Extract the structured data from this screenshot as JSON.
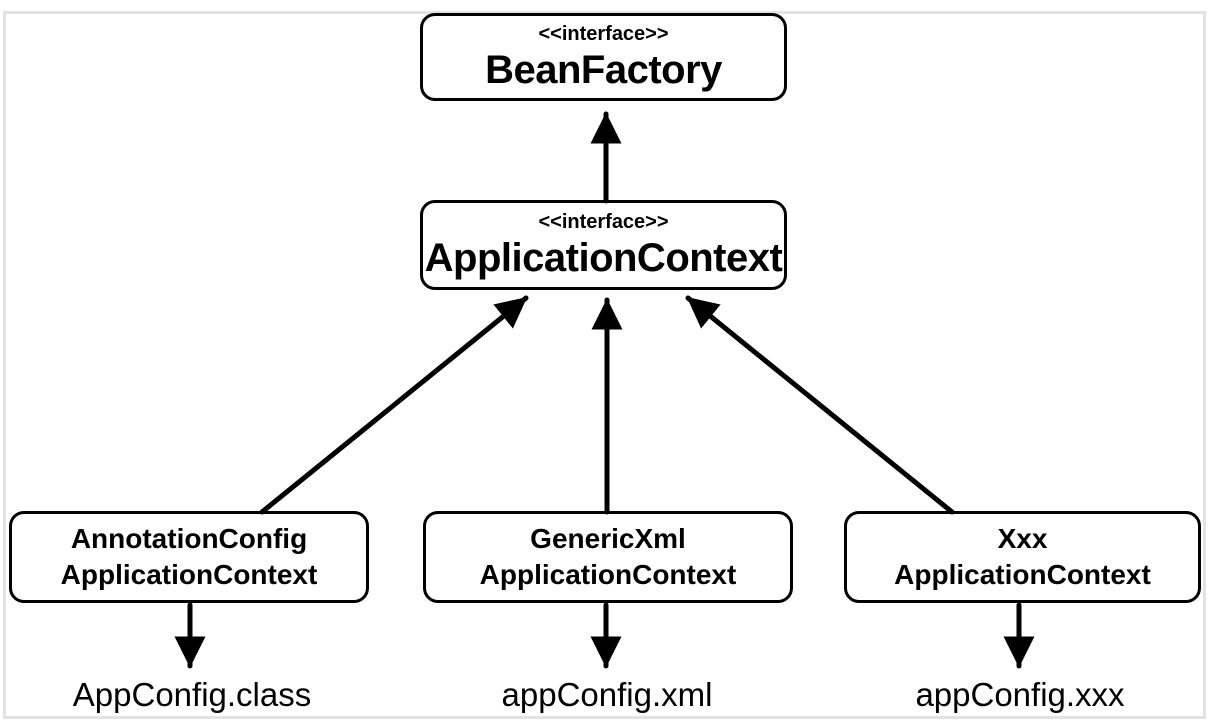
{
  "nodes": {
    "bean_factory": {
      "stereotype": "<<interface>>",
      "name": "BeanFactory"
    },
    "application_context": {
      "stereotype": "<<interface>>",
      "name": "ApplicationContext"
    },
    "annotation_config": {
      "line1": "AnnotationConfig",
      "line2": "ApplicationContext"
    },
    "generic_xml": {
      "line1": "GenericXml",
      "line2": "ApplicationContext"
    },
    "xxx": {
      "line1": "Xxx",
      "line2": "ApplicationContext"
    }
  },
  "labels": {
    "left": "AppConfig.class",
    "middle": "appConfig.xml",
    "right": "appConfig.xxx"
  },
  "edges": [
    {
      "from": "ApplicationContext",
      "to": "BeanFactory"
    },
    {
      "from": "AnnotationConfigApplicationContext",
      "to": "ApplicationContext"
    },
    {
      "from": "GenericXmlApplicationContext",
      "to": "ApplicationContext"
    },
    {
      "from": "XxxApplicationContext",
      "to": "ApplicationContext"
    },
    {
      "from": "AnnotationConfigApplicationContext",
      "to": "AppConfig.class"
    },
    {
      "from": "GenericXmlApplicationContext",
      "to": "appConfig.xml"
    },
    {
      "from": "XxxApplicationContext",
      "to": "appConfig.xxx"
    }
  ],
  "colors": {
    "box_border": "#000000",
    "box_fill": "#ffffff",
    "arrow": "#000000",
    "text": "#000000",
    "frame_border": "#e3e3e3",
    "background": "#ffffff"
  }
}
